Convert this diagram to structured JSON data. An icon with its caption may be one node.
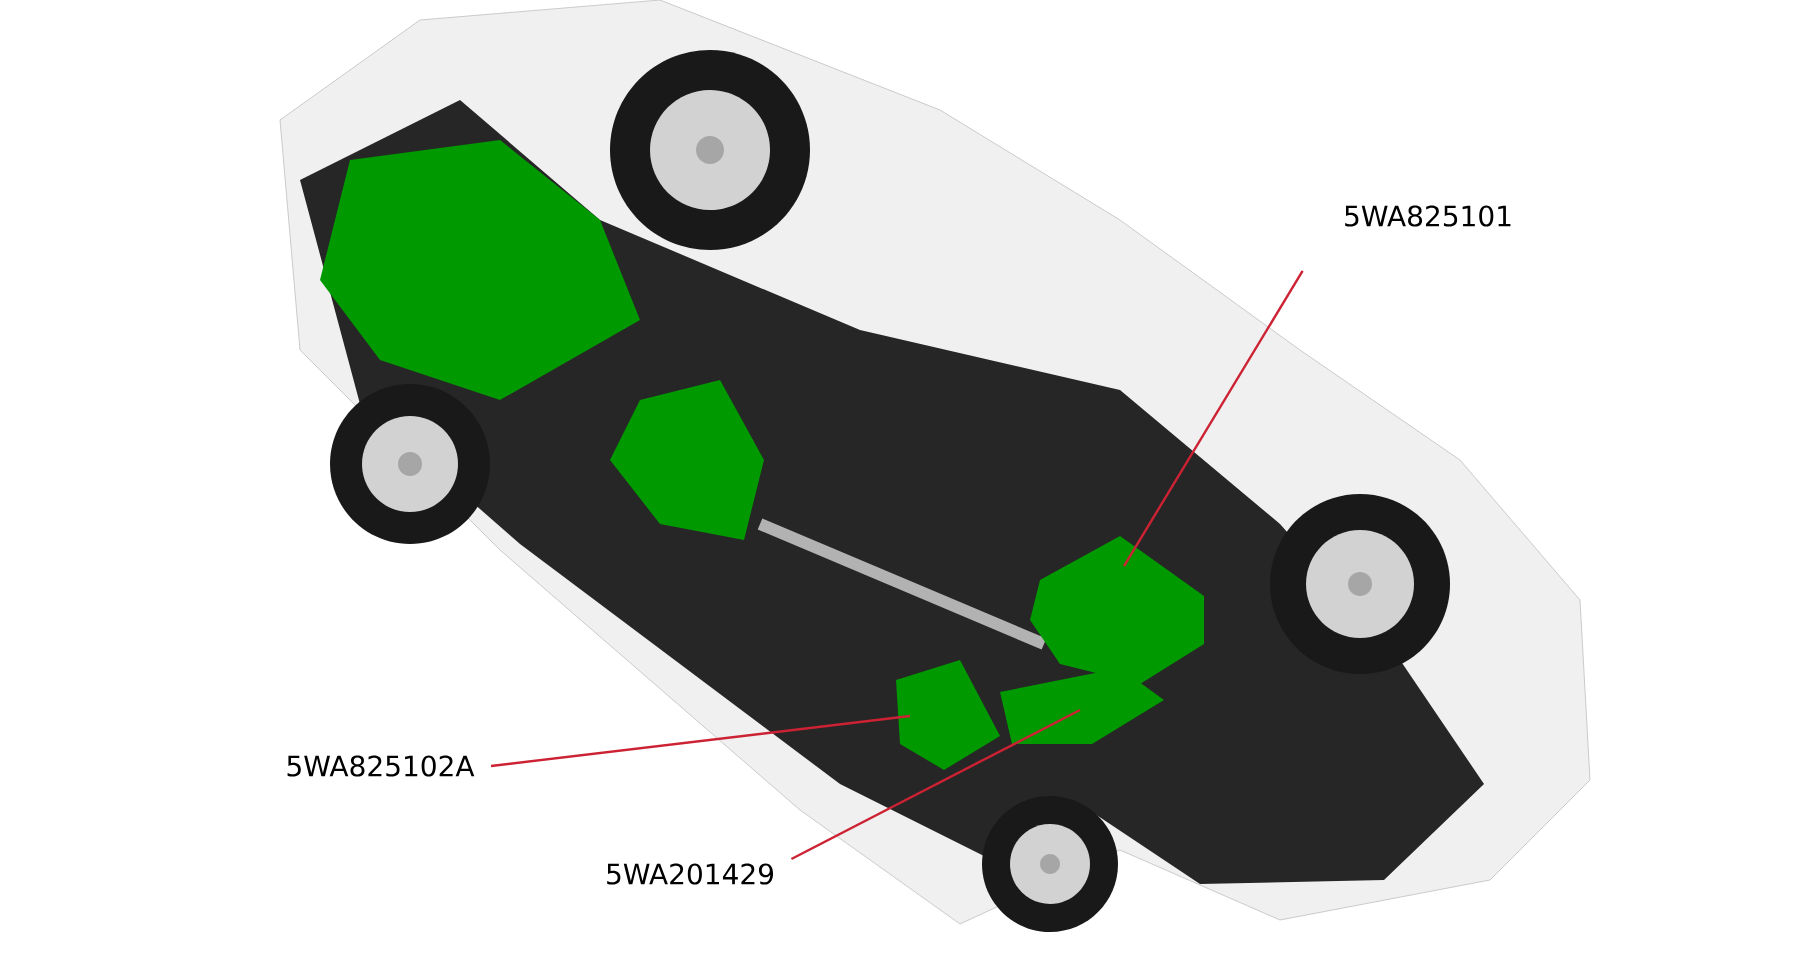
{
  "diagram": {
    "nodes": [
      {
        "text": [
          "5WA825101"
        ]
      },
      {
        "text": [
          "5WA825102A"
        ]
      },
      {
        "text": [
          "5WA201429"
        ]
      }
    ],
    "edges": [
      {
        "from": 0,
        "to": null,
        "arrow": "none"
      },
      {
        "from": 1,
        "to": null,
        "arrow": "none"
      },
      {
        "from": 2,
        "to": null,
        "arrow": "none"
      }
    ]
  }
}
